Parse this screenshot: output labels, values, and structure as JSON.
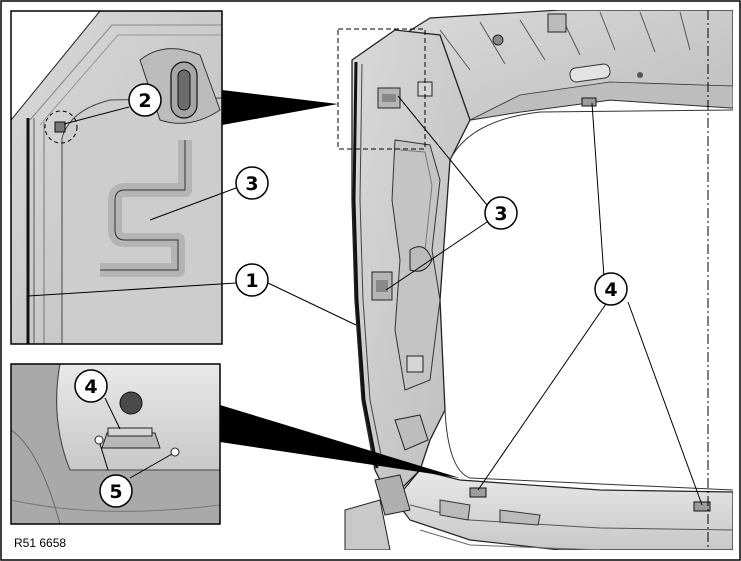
{
  "figure": {
    "reference_code": "R51 6658"
  },
  "callouts": [
    {
      "id": "c1",
      "label": "1"
    },
    {
      "id": "c2",
      "label": "2"
    },
    {
      "id": "c3a",
      "label": "3"
    },
    {
      "id": "c3b",
      "label": "3"
    },
    {
      "id": "c4a",
      "label": "4"
    },
    {
      "id": "c4b",
      "label": "4"
    },
    {
      "id": "c5",
      "label": "5"
    }
  ],
  "colors": {
    "part_fill": "#cfcfcf",
    "part_dark": "#a9a9a9",
    "part_light": "#e6e6e6",
    "line": "#111111",
    "background": "#ffffff"
  }
}
